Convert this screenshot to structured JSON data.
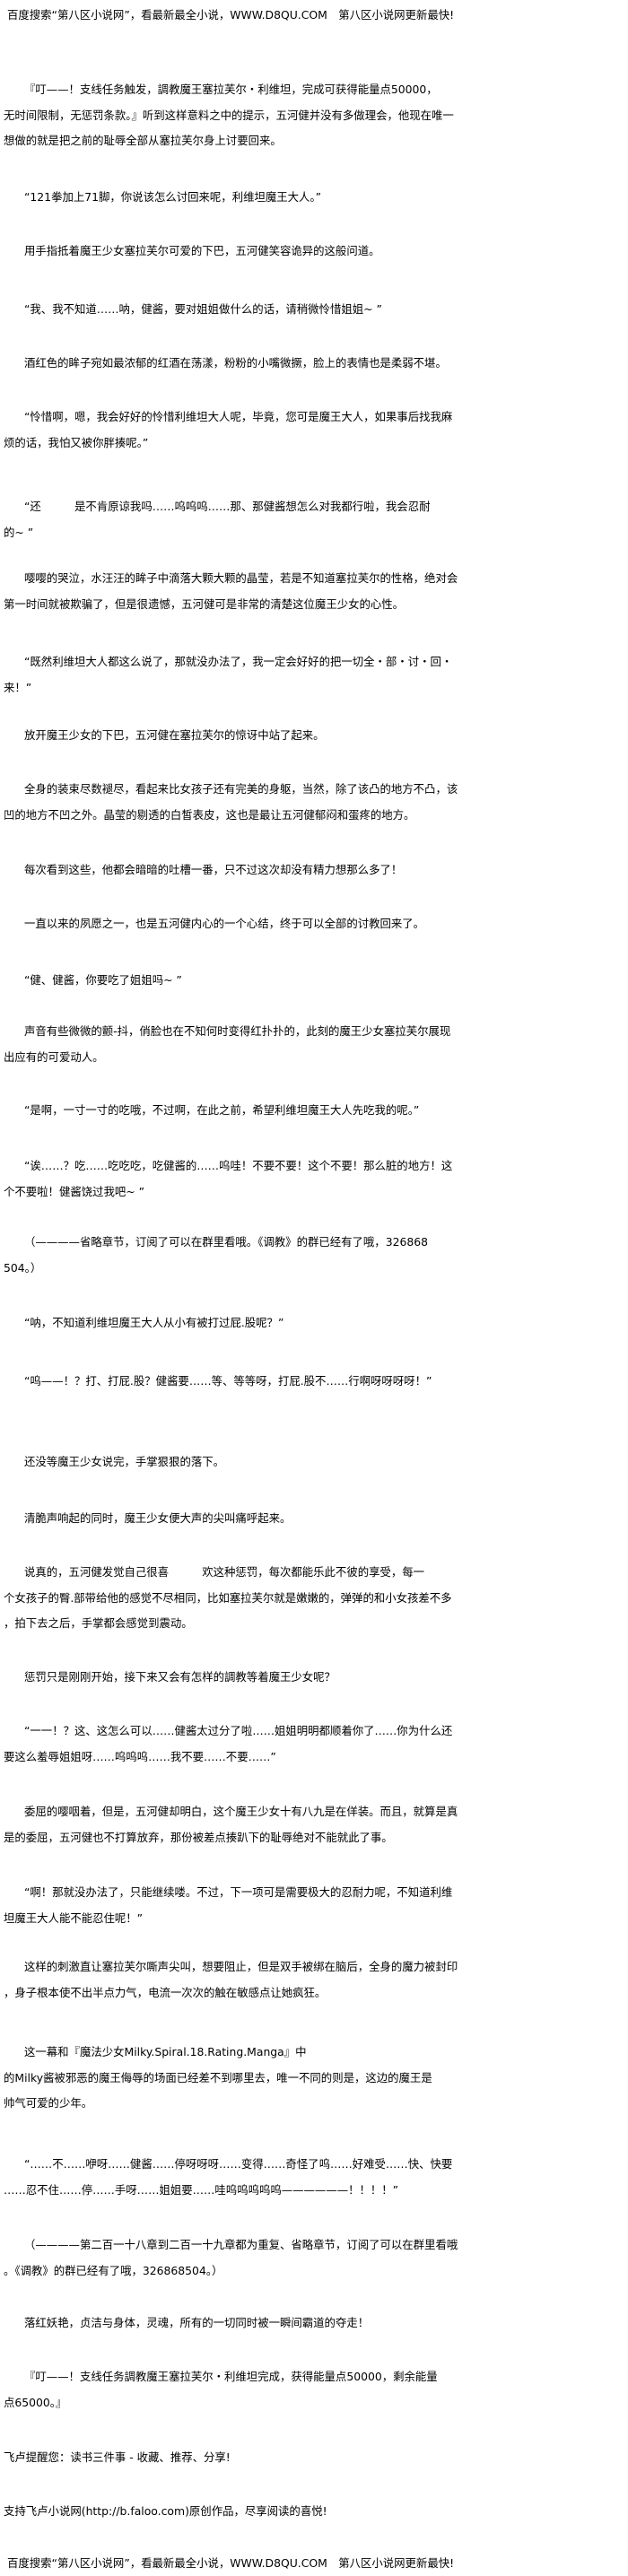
{
  "header": {
    "text": "百度搜索“第八区小说网”，看最新最全小说，WWW.D8QU.COM　第八区小说网更新最快!"
  },
  "paragraphs": [
    {
      "lines": [
        "『叮——！支线任务触发，調教魔王塞拉芙尔・利维坦，完成可获得能量点50000，",
        "无时间限制，无惩罚条款。』听到这样意料之中的提示，五河健并没有多做理会，他现在唯一",
        "想做的就是把之前的耻辱全部从塞拉芙尔身上讨要回来。"
      ]
    },
    {
      "lines": [
        "“121拳加上71脚，你说该怎么讨回来呢，利维坦魔王大人。”"
      ]
    },
    {
      "lines": [
        "用手指抵着魔王少女塞拉芙尔可爱的下巴，五河健笑容诡异的这般问道。"
      ]
    },
    {
      "lines": [
        "“我、我不知道……呐，健酱，要对姐姐做什么的话，请稍微怜惜姐姐~ ”"
      ]
    },
    {
      "lines": [
        "酒红色的眸子宛如最浓郁的红酒在荡漾，粉粉的小嘴微撅，脸上的表情也是柔弱不堪。"
      ]
    },
    {
      "lines": [
        "“怜惜啊，嗯，我会好好的怜惜利维坦大人呢，毕竟，您可是魔王大人，如果事后找我麻",
        "烦的话，我怕又被你胖揍呢。”"
      ]
    },
    {
      "lines": [
        "“还　　　是不肯原谅我吗……呜呜呜……那、那健酱想怎么对我都行啦，我会忍耐",
        "的~ ”"
      ]
    },
    {
      "lines": [
        "嘤嘤的哭泣，水汪汪的眸子中滴落大颗大颗的晶莹，若是不知道塞拉芙尔的性格，绝对会",
        "第一时间就被欺骗了，但是很遗憾，五河健可是非常的清楚这位魔王少女的心性。"
      ]
    },
    {
      "lines": [
        "“既然利维坦大人都这么说了，那就没办法了，我一定会好好的把一切全・部・讨・回・",
        "来！”"
      ]
    },
    {
      "lines": [
        "放开魔王少女的下巴，五河健在塞拉芙尔的惊讶中站了起来。"
      ]
    },
    {
      "lines": [
        "全身的装束尽数褪尽，看起来比女孩子还有完美的身躯，当然，除了该凸的地方不凸，该",
        "凹的地方不凹之外。晶莹的剔透的白皙表皮，这也是最让五河健郁闷和蛋疼的地方。"
      ]
    },
    {
      "lines": [
        "每次看到这些，他都会暗暗的吐槽一番，只不过这次却没有精力想那么多了！"
      ]
    },
    {
      "lines": [
        "一直以来的夙愿之一，也是五河健内心的一个心结，终于可以全部的讨教回来了。"
      ]
    },
    {
      "lines": [
        "“健、健酱，你要吃了姐姐吗~ ”"
      ]
    },
    {
      "lines": [
        "声音有些微微的颤-抖，俏脸也在不知何时变得红扑扑的，此刻的魔王少女塞拉芙尔展现",
        "出应有的可爱动人。"
      ]
    },
    {
      "lines": [
        "“是啊，一寸一寸的吃哦，不过啊，在此之前，希望利维坦魔王大人先吃我的呢。”"
      ]
    },
    {
      "lines": [
        "“诶……？吃……吃吃吃，吃健酱的……呜哇！不要不要！这个不要！那么脏的地方！这",
        "个不要啦！健酱饶过我吧~ ”"
      ]
    },
    {
      "lines": [
        "（————省略章节，订阅了可以在群里看哦。《调教》的群已经有了哦，326868",
        "504。）"
      ]
    },
    {
      "lines": [
        "“呐，不知道利维坦魔王大人从小有被打过屁.股呢？”"
      ]
    },
    {
      "lines": [
        "“呜——！？打、打屁.股？健酱要……等、等等呀，打屁.股不……行啊呀呀呀呀！”"
      ]
    },
    {
      "lines": [
        "还没等魔王少女说完，手掌狠狠的落下。"
      ]
    },
    {
      "lines": [
        "清脆声响起的同时，魔王少女便大声的尖叫痛呼起来。"
      ]
    },
    {
      "lines": [
        "说真的，五河健发觉自己很喜　　　欢这种惩罚，每次都能乐此不彼的享受，每一",
        "个女孩子的臀.部带给他的感觉不尽相同，比如塞拉芙尔就是嫩嫩的，弹弹的和小女孩差不多",
        "，拍下去之后，手掌都会感觉到震动。"
      ]
    },
    {
      "lines": [
        "惩罚只是刚刚开始，接下来又会有怎样的調教等着魔王少女呢？"
      ]
    },
    {
      "lines": [
        "“一一！？这、这怎么可以……健酱太过分了啦……姐姐明明都顺着你了……你为什么还",
        "要这么羞辱姐姐呀……呜呜呜……我不要……不要……”"
      ]
    },
    {
      "lines": [
        "委屈的嘤咽着，但是，五河健却明白，这个魔王少女十有八九是在佯装。而且，就算是真",
        "是的委屈，五河健也不打算放弃，那份被差点揍趴下的耻辱绝对不能就此了事。"
      ]
    },
    {
      "lines": [
        "“啊！那就没办法了，只能继续喽。不过，下一项可是需要极大的忍耐力呢，不知道利维",
        "坦魔王大人能不能忍住呢！”"
      ]
    },
    {
      "lines": [
        "这样的刺激直让塞拉芙尔嘶声尖叫，想要阻止，但是双手被绑在脑后，全身的魔力被封印",
        "，身子根本使不出半点力气，电流一次次的触在敏感点让她疯狂。"
      ]
    },
    {
      "lines": [
        "这一幕和『魔法少女Milky.Spiral.18.Rating.Manga』中",
        "的Milky酱被邪恶的魔王侮辱的场面已经差不到哪里去，唯一不同的则是，这边的魔王是",
        "帅气可爱的少年。"
      ]
    },
    {
      "lines": [
        "“……不……咿呀……健酱……停呀呀呀……变得……奇怪了呜……好难受……快、快要",
        "……忍不住……停……手呀……姐姐要……哇呜呜呜呜呜——————！！！！”"
      ]
    },
    {
      "lines": [
        "（————第二百一十八章到二百一十九章都为重复、省略章节，订阅了可以在群里看哦",
        "。《调教》的群已经有了哦，326868504。）"
      ]
    },
    {
      "lines": [
        "落红妖艳，贞洁与身体，灵魂，所有的一切同时被一瞬间霸道的夺走！"
      ]
    },
    {
      "lines": [
        "『叮——！支线任务調教魔王塞拉芙尔・利维坦完成，获得能量点50000，剩余能量",
        "点65000。』"
      ]
    }
  ],
  "footer": {
    "reminder": "飞卢提醒您：读书三件事 - 收藏、推荐、分享!",
    "support": "支持飞卢小说网(http://b.faloo.com)原创作品，尽享阅读的喜悦!",
    "banner": "百度搜索“第八区小说网”，看最新最全小说，WWW.D8QU.COM　第八区小说网更新最快!"
  }
}
